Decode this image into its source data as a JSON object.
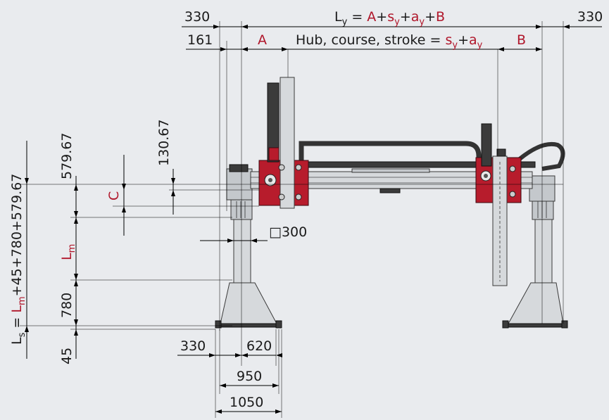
{
  "dimensions": {
    "top_left_330": "330",
    "top_right_330": "330",
    "ly_prefix": "L",
    "ly_sub": "y",
    "ly_eq": " = ",
    "ly_a": "A",
    "ly_plus1": "+",
    "ly_s": "s",
    "ly_s_sub": "y",
    "ly_plus2": "+",
    "ly_a2": "a",
    "ly_a2_sub": "y",
    "ly_plus3": "+",
    "ly_b": "B",
    "d161": "161",
    "label_a": "A",
    "hub_text": "Hub, course, stroke = ",
    "hub_s": "s",
    "hub_s_sub": "y",
    "hub_plus": "+",
    "hub_a": "a",
    "hub_a_sub": "y",
    "label_b": "B",
    "v579_left": "579.67",
    "v130": "130.67",
    "label_c": "C",
    "label_lm": "L",
    "label_lm_sub": "m",
    "square_symbol": "□",
    "square_300": "300",
    "v780": "780",
    "v45": "45",
    "ls_prefix": "L",
    "ls_sub": "s",
    "ls_eq": " = ",
    "ls_lm": "L",
    "ls_lm_sub": "m",
    "ls_rest": "+45+780+579.67",
    "b330": "330",
    "b620": "620",
    "b950": "950",
    "b1050": "1050"
  },
  "colors": {
    "background": "#e9ebee",
    "accent_red": "#b0162a",
    "carriage_red": "#b71c2c",
    "metal": "#d6d9dc"
  }
}
